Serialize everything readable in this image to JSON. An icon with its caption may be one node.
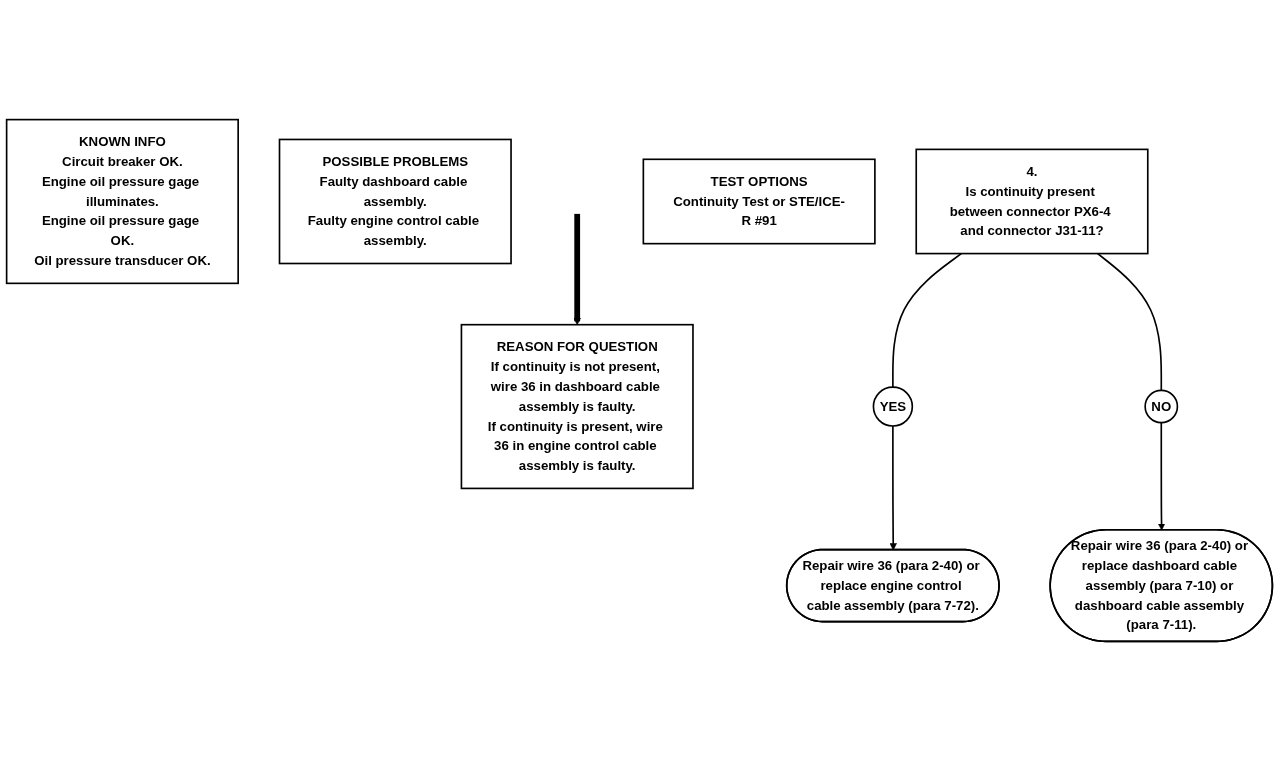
{
  "diagram": {
    "nodes": [
      {
        "text": [
          "KNOWN INFO",
          "Circuit breaker OK.",
          "Engine oil pressure gage illuminates.",
          "Engine oil pressure gage OK.",
          "Oil pressure transducer OK."
        ]
      },
      {
        "text": [
          "POSSIBLE PROBLEMS",
          "Faulty dashboard cable assembly.",
          "Faulty engine control cable assembly."
        ]
      },
      {
        "text": [
          "4.",
          "Is continuity present between connector PX6-4 and connector J31-11?"
        ]
      },
      {
        "text": [
          "TEST OPTIONS",
          "Continuity Test or STE/ICE-R #91"
        ]
      },
      {
        "text": [
          "REASON FOR QUESTION",
          "If continuity is not present, wire 36 in dashboard cable assembly is faulty.",
          "If continuity is present, wire 36 in engine control cable assembly is faulty."
        ]
      },
      {
        "text": [
          "NO"
        ]
      },
      {
        "text": [
          "YES"
        ]
      },
      {
        "text": [
          "Repair wire 36 (para 2-40) or replace dashboard cable assembly (para 7-10) or dashboard cable assembly (para 7-11)."
        ]
      },
      {
        "text": [
          "Repair wire 36 (para 2-40) or replace engine control cable assembly (para 7-72)."
        ]
      }
    ],
    "edges": [
      {
        "from": 2,
        "to": 6,
        "arrow": "none"
      },
      {
        "from": 6,
        "to": 8,
        "arrow": "to"
      },
      {
        "from": 2,
        "to": 5,
        "arrow": "none"
      },
      {
        "from": 5,
        "to": 7,
        "arrow": "to"
      },
      {
        "from": null,
        "to": 4,
        "arrow": "to",
        "style": "thick"
      }
    ]
  }
}
